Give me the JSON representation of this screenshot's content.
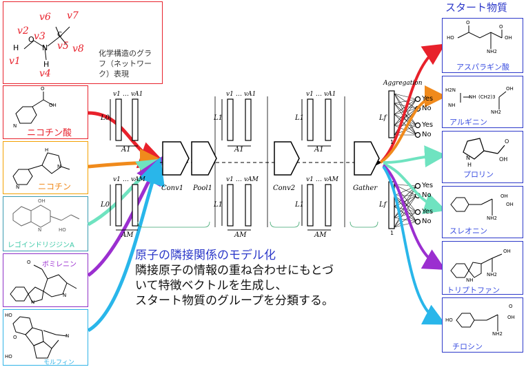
{
  "graph_box": {
    "labels": [
      "v6",
      "v7",
      "v2",
      "v3",
      "v5",
      "v8",
      "v1",
      "v4"
    ],
    "atoms": [
      "H",
      "O",
      "N",
      "C",
      "H"
    ],
    "caption_lines": [
      "化学構造のグラ",
      "フ（ネットワー",
      "ク）表現"
    ]
  },
  "inputs": [
    {
      "name": "ニコチン酸",
      "color": "#e8212b",
      "border": "#e8212b",
      "atoms": [
        "OH",
        "O",
        "N"
      ]
    },
    {
      "name": "ニコチン",
      "color": "#f08a1c",
      "border": "#f3a000",
      "atoms": [
        "N",
        "N",
        "H"
      ]
    },
    {
      "name": "レゴインドリジジンA",
      "color": "#6fe3c0",
      "border": "#3a9ab0",
      "atoms": [
        "OH",
        "N",
        "HO"
      ]
    },
    {
      "name": "ボミレニン",
      "color": "#9b2fd0",
      "border": "#8e2fc6",
      "atoms": [
        "O",
        "N",
        "N"
      ]
    },
    {
      "name": "モルフィン",
      "color": "#29b6ea",
      "border": "#2eb2e6",
      "atoms": [
        "HO",
        "O",
        "HO",
        "N"
      ]
    }
  ],
  "network": {
    "layer_labels": [
      "Conv1",
      "Pool1",
      "Conv2",
      "Gather"
    ],
    "aggregation": "Aggregation",
    "yes": "Yes",
    "no": "No",
    "one": "1",
    "dots": "…",
    "matrix_top": {
      "v1": "v1",
      "vA1": "vA1",
      "A1": "A1",
      "L0": "L0",
      "L1": "L1",
      "Lf": "Lf"
    },
    "matrix_bottom": {
      "vAM": "vAM",
      "AM": "AM"
    }
  },
  "description": {
    "title": "原子の隣接関係のモデル化",
    "lines": [
      "隣接原子の情報の重ね合わせにもとづ",
      "いて特徴ベクトルを生成し、",
      "スタート物質のグループを分類する。"
    ]
  },
  "outputs_header": "スタート物質",
  "outputs": [
    {
      "name": "アスパラギン酸",
      "color": "#e8212b",
      "atoms": [
        "HO",
        "O",
        "O",
        "OH",
        "NH2"
      ]
    },
    {
      "name": "アルギニン",
      "color": "#f08a1c",
      "atoms": [
        "H2N",
        "NH",
        "NH",
        "(CH2)3",
        "OH",
        "NH2"
      ]
    },
    {
      "name": "プロリン",
      "color": "#6fe3c0",
      "atoms": [
        "N",
        "H",
        "OH",
        "O"
      ]
    },
    {
      "name": "スレオニン",
      "color": "#6fe3c0",
      "atoms": [
        "OH",
        "NH2",
        "OH"
      ]
    },
    {
      "name": "トリプトファン",
      "color": "#9b2fd0",
      "atoms": [
        "OH",
        "NH",
        "NH2"
      ]
    },
    {
      "name": "チロシン",
      "color": "#29b6ea",
      "atoms": [
        "HO",
        "OH",
        "NH2",
        "O"
      ]
    }
  ],
  "colors": {
    "box_blue": "#2c38c9",
    "box_red": "#e8212b",
    "output_label": "#3a4ee0"
  }
}
